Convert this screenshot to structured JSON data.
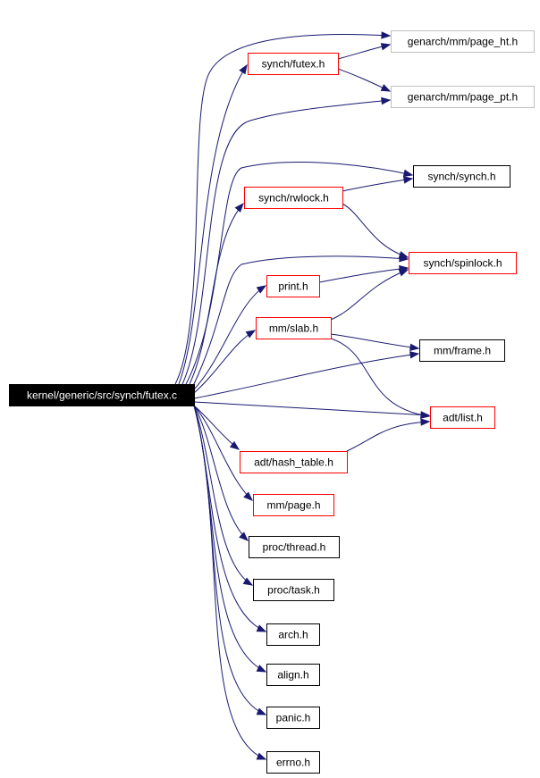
{
  "colors": {
    "edge": "#191970",
    "root_fill": "#000000",
    "root_text": "#ffffff",
    "border_documented": "#ff0000",
    "border_plain": "#000000",
    "border_external": "#bfbfbf"
  },
  "graph": {
    "root": {
      "id": "root",
      "label": "kernel/generic/src/synch/futex.c"
    },
    "nodes": [
      {
        "id": "page_ht",
        "label": "genarch/mm/page_ht.h",
        "kind": "external"
      },
      {
        "id": "futex_h",
        "label": "synch/futex.h",
        "kind": "documented"
      },
      {
        "id": "page_pt",
        "label": "genarch/mm/page_pt.h",
        "kind": "external"
      },
      {
        "id": "synch_h",
        "label": "synch/synch.h",
        "kind": "plain"
      },
      {
        "id": "rwlock_h",
        "label": "synch/rwlock.h",
        "kind": "documented"
      },
      {
        "id": "spinlock_h",
        "label": "synch/spinlock.h",
        "kind": "documented"
      },
      {
        "id": "print_h",
        "label": "print.h",
        "kind": "documented"
      },
      {
        "id": "slab_h",
        "label": "mm/slab.h",
        "kind": "documented"
      },
      {
        "id": "frame_h",
        "label": "mm/frame.h",
        "kind": "plain"
      },
      {
        "id": "list_h",
        "label": "adt/list.h",
        "kind": "documented"
      },
      {
        "id": "hash_h",
        "label": "adt/hash_table.h",
        "kind": "documented"
      },
      {
        "id": "page_h",
        "label": "mm/page.h",
        "kind": "documented"
      },
      {
        "id": "thread_h",
        "label": "proc/thread.h",
        "kind": "plain"
      },
      {
        "id": "task_h",
        "label": "proc/task.h",
        "kind": "plain"
      },
      {
        "id": "arch_h",
        "label": "arch.h",
        "kind": "plain"
      },
      {
        "id": "align_h",
        "label": "align.h",
        "kind": "plain"
      },
      {
        "id": "panic_h",
        "label": "panic.h",
        "kind": "plain"
      },
      {
        "id": "errno_h",
        "label": "errno.h",
        "kind": "plain"
      }
    ],
    "edges": [
      [
        "root",
        "page_ht"
      ],
      [
        "root",
        "futex_h"
      ],
      [
        "root",
        "page_pt"
      ],
      [
        "root",
        "synch_h"
      ],
      [
        "root",
        "rwlock_h"
      ],
      [
        "root",
        "spinlock_h"
      ],
      [
        "root",
        "print_h"
      ],
      [
        "root",
        "slab_h"
      ],
      [
        "root",
        "frame_h"
      ],
      [
        "root",
        "list_h"
      ],
      [
        "root",
        "hash_h"
      ],
      [
        "root",
        "page_h"
      ],
      [
        "root",
        "thread_h"
      ],
      [
        "root",
        "task_h"
      ],
      [
        "root",
        "arch_h"
      ],
      [
        "root",
        "align_h"
      ],
      [
        "root",
        "panic_h"
      ],
      [
        "root",
        "errno_h"
      ],
      [
        "futex_h",
        "page_ht"
      ],
      [
        "futex_h",
        "page_pt"
      ],
      [
        "rwlock_h",
        "synch_h"
      ],
      [
        "rwlock_h",
        "spinlock_h"
      ],
      [
        "print_h",
        "spinlock_h"
      ],
      [
        "slab_h",
        "spinlock_h"
      ],
      [
        "slab_h",
        "frame_h"
      ],
      [
        "slab_h",
        "list_h"
      ],
      [
        "hash_h",
        "list_h"
      ]
    ]
  }
}
